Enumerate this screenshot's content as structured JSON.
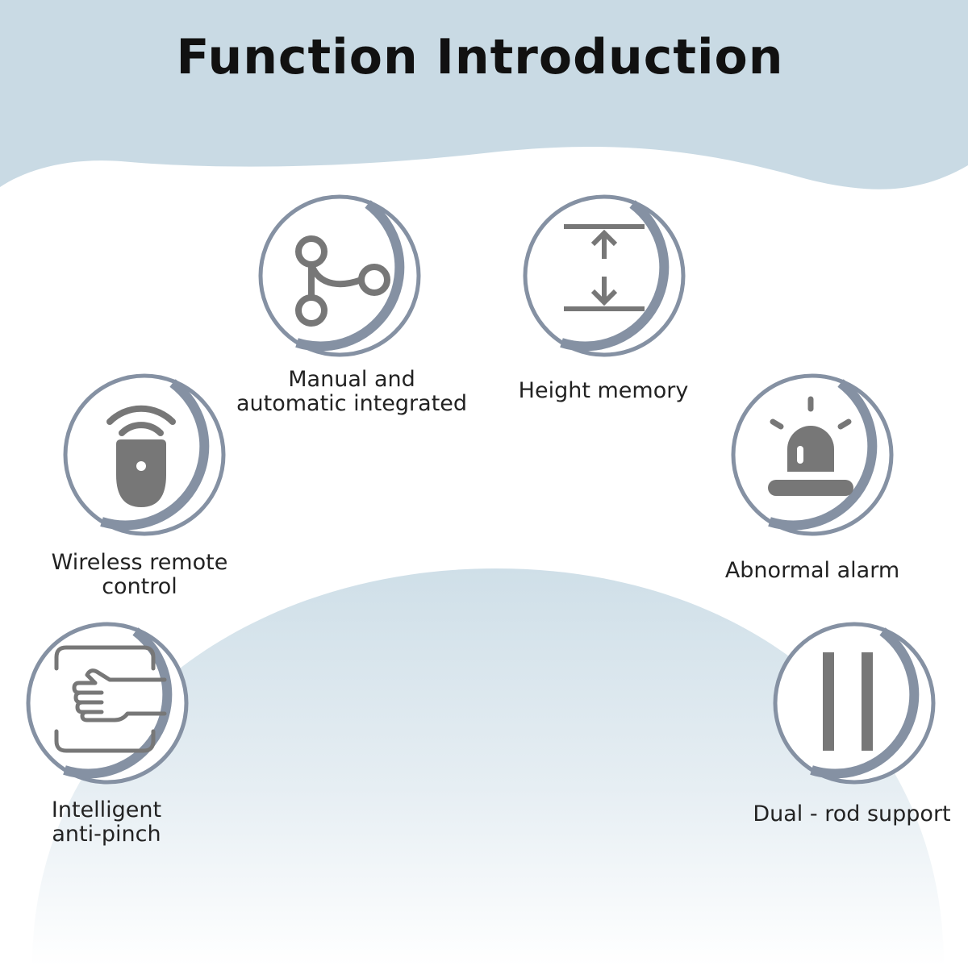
{
  "title": "Function Introduction",
  "colors": {
    "header_band": "#c9dae4",
    "ring": "#8591a3",
    "icon": "#777777",
    "text": "#222222"
  },
  "features": [
    {
      "line1": "Manual and",
      "line2": "automatic integrated",
      "icon": "branch-icon"
    },
    {
      "line1": "Height memory",
      "icon": "height-arrows-icon"
    },
    {
      "line1": "Wireless remote",
      "line2": "control",
      "icon": "remote-control-icon"
    },
    {
      "line1": "Abnormal alarm",
      "icon": "alarm-siren-icon"
    },
    {
      "line1": "Intelligent",
      "line2": "anti-pinch",
      "icon": "hand-sensor-icon"
    },
    {
      "line1": "Dual - rod support",
      "icon": "dual-rod-icon"
    }
  ]
}
